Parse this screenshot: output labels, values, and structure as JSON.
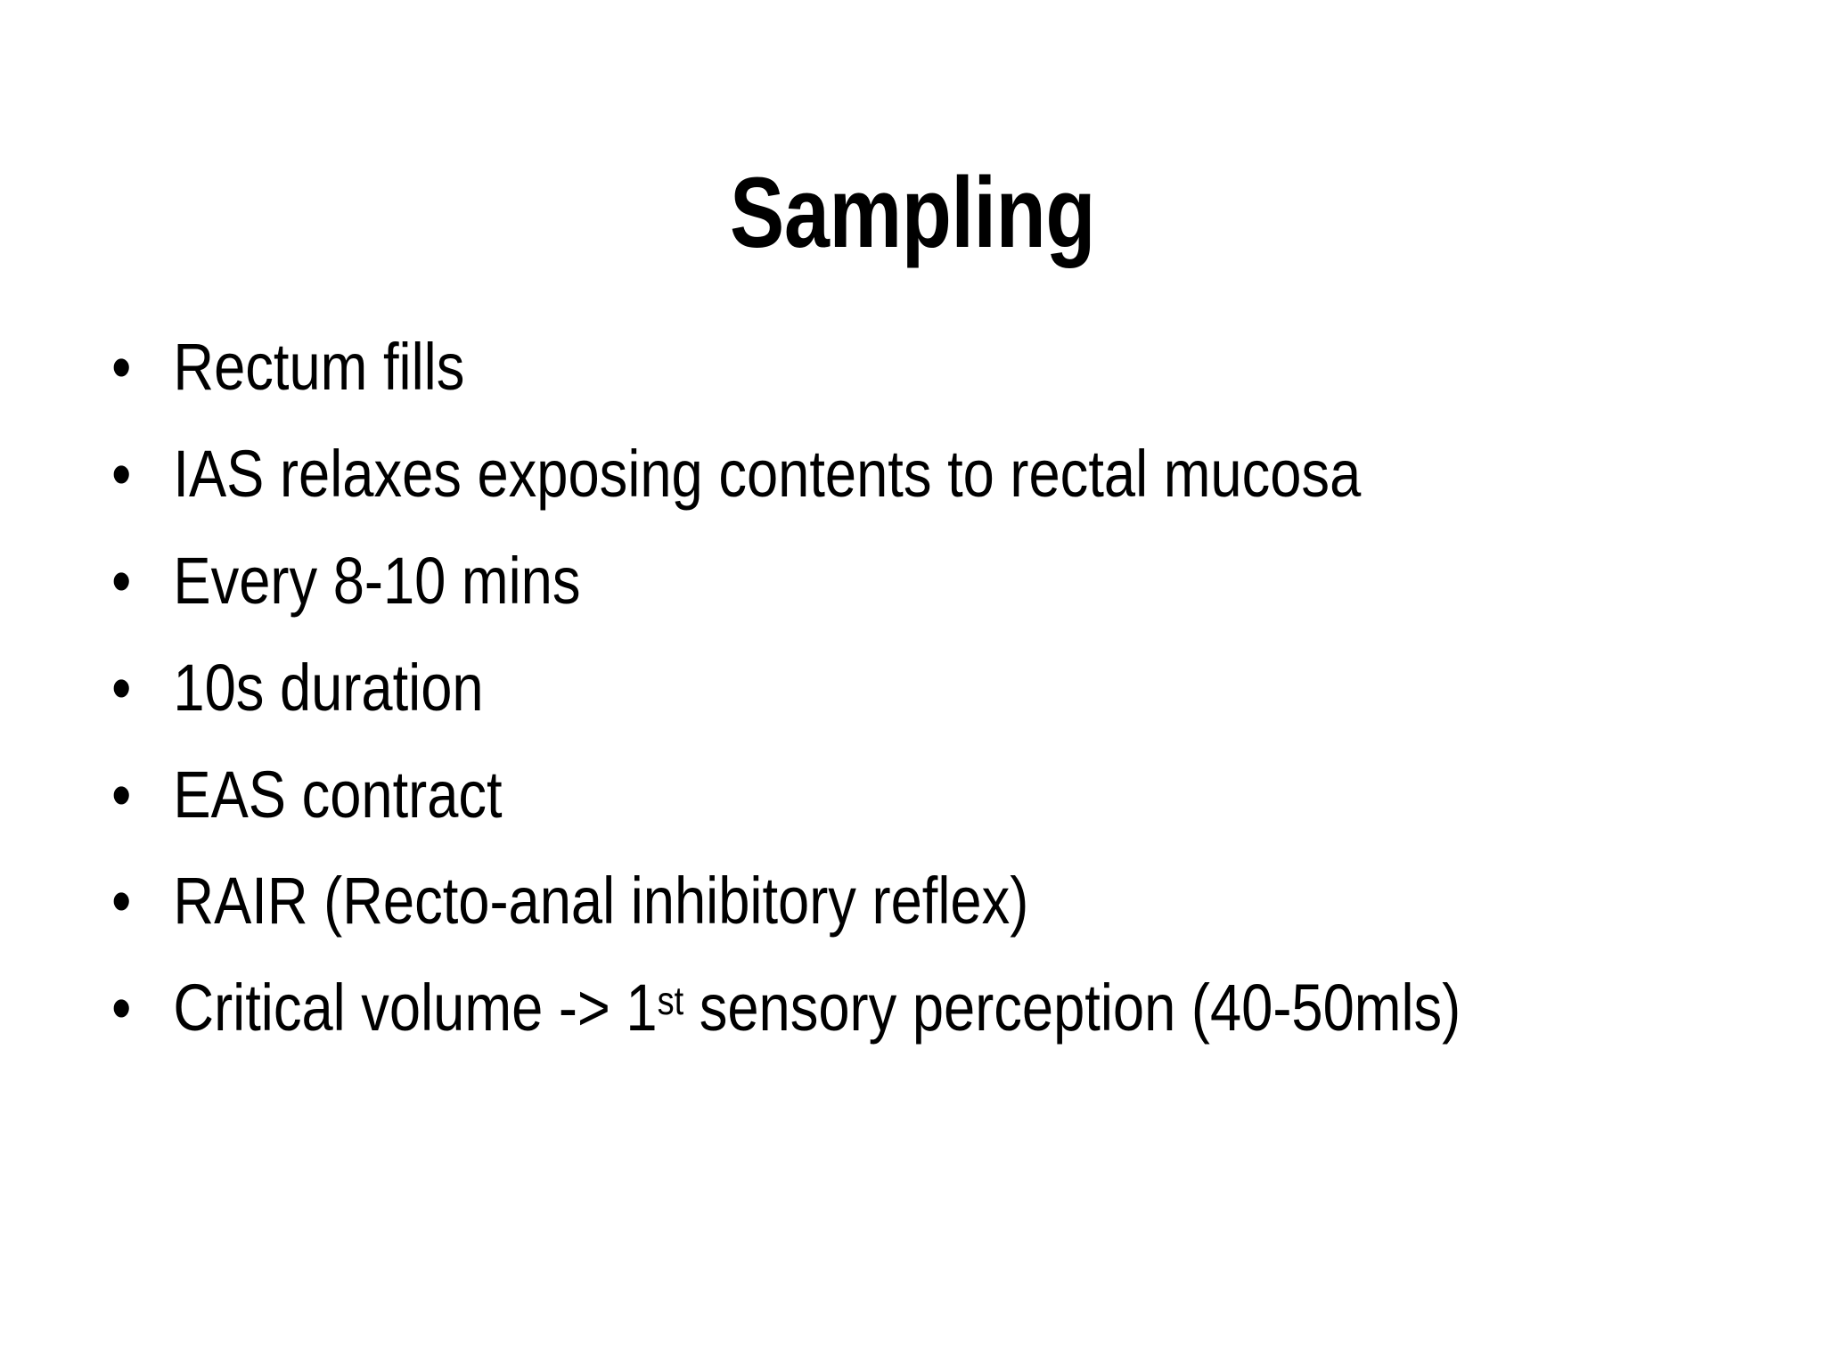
{
  "slide": {
    "background_color": "#ffffff",
    "text_color": "#000000",
    "title": "Sampling",
    "bullet_glyph": "•",
    "bullets": [
      {
        "text": "Rectum fills"
      },
      {
        "text": "IAS relaxes exposing contents to rectal mucosa"
      },
      {
        "text": "Every 8-10 mins"
      },
      {
        "text": "10s duration"
      },
      {
        "text": "EAS contract"
      },
      {
        "text": "RAIR (Recto-anal inhibitory reflex)"
      },
      {
        "text_before_sup": "Critical volume -> 1",
        "sup": "st",
        "text_after_sup": " sensory perception (40-50mls)"
      }
    ]
  }
}
